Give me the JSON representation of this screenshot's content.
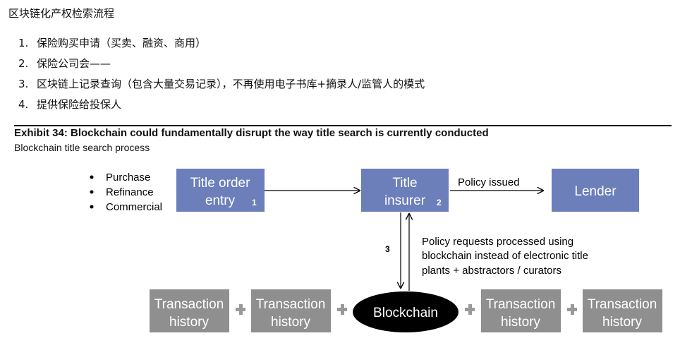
{
  "page_title": "区块链化产权检索流程",
  "steps": [
    {
      "num": "1.",
      "text": "保险购买申请（买卖、融资、商用）"
    },
    {
      "num": "2.",
      "text": "保险公司会——"
    },
    {
      "num": "3.",
      "text": "区块链上记录查询（包含大量交易记录），不再使用电子书库+摘录人/监管人的模式"
    },
    {
      "num": "4.",
      "text": "提供保险给投保人"
    }
  ],
  "exhibit": {
    "title": "Exhibit 34: Blockchain could fundamentally disrupt the way title search is currently conducted",
    "subtitle": "Blockchain title search process"
  },
  "diagram": {
    "bullets": [
      "Purchase",
      "Refinance",
      "Commercial"
    ],
    "title_order": {
      "line1": "Title order",
      "line2": "entry",
      "num": "1"
    },
    "title_insurer": {
      "line1": "Title",
      "line2": "insurer",
      "num": "2"
    },
    "lender": "Lender",
    "policy_issued": "Policy issued",
    "arrow_num": "3",
    "policy_note": [
      "Policy requests processed using",
      "blockchain instead of electronic title",
      "plants + abstractors / curators"
    ],
    "blockchain": "Blockchain",
    "transaction": {
      "line1": "Transaction",
      "line2": "history"
    },
    "colors": {
      "blue_box": "#6c7fba",
      "grey_box": "#8f8f8f",
      "ellipse": "#000000"
    }
  }
}
